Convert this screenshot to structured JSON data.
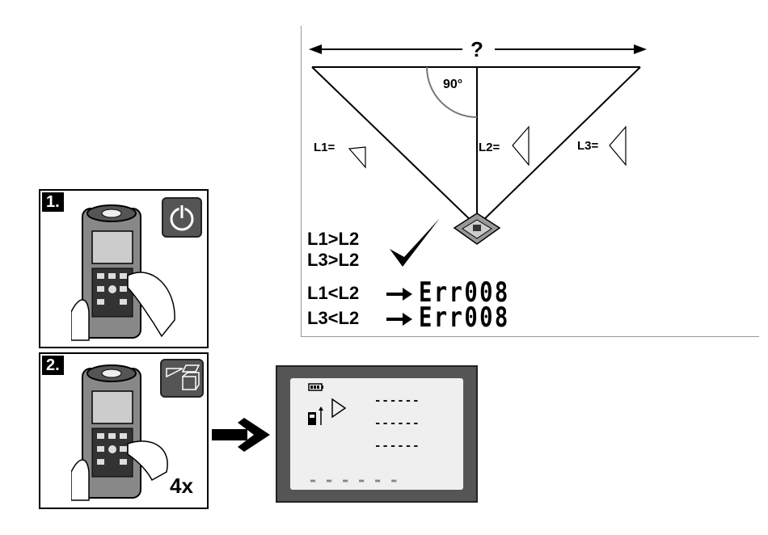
{
  "diagram": {
    "unknown_symbol": "?",
    "angle_label": "90°",
    "l1_label": "L1=",
    "l2_label": "L2=",
    "l3_label": "L3=",
    "correct_line1": "L1>L2",
    "correct_line2": "L3>L2",
    "wrong_line1": "L1<L2",
    "wrong_line2": "L3<L2",
    "error_code": "Err008",
    "check_icon": "checkmark-icon",
    "arrow_icon": "right-arrow-icon"
  },
  "steps": [
    {
      "number": "1.",
      "icon": "power-icon"
    },
    {
      "number": "2.",
      "icon": "measure-mode-icon",
      "repeat": "4x"
    }
  ],
  "display": {
    "battery_icon": "battery-icon",
    "height_icon": "height-measure-icon",
    "mode_icon": "indirect-measure-icon",
    "row1": "------",
    "row2": "------",
    "row3": "------",
    "bottom_row": "------"
  },
  "colors": {
    "panel_dark": "#555555",
    "lcd_bg": "#efefef"
  }
}
